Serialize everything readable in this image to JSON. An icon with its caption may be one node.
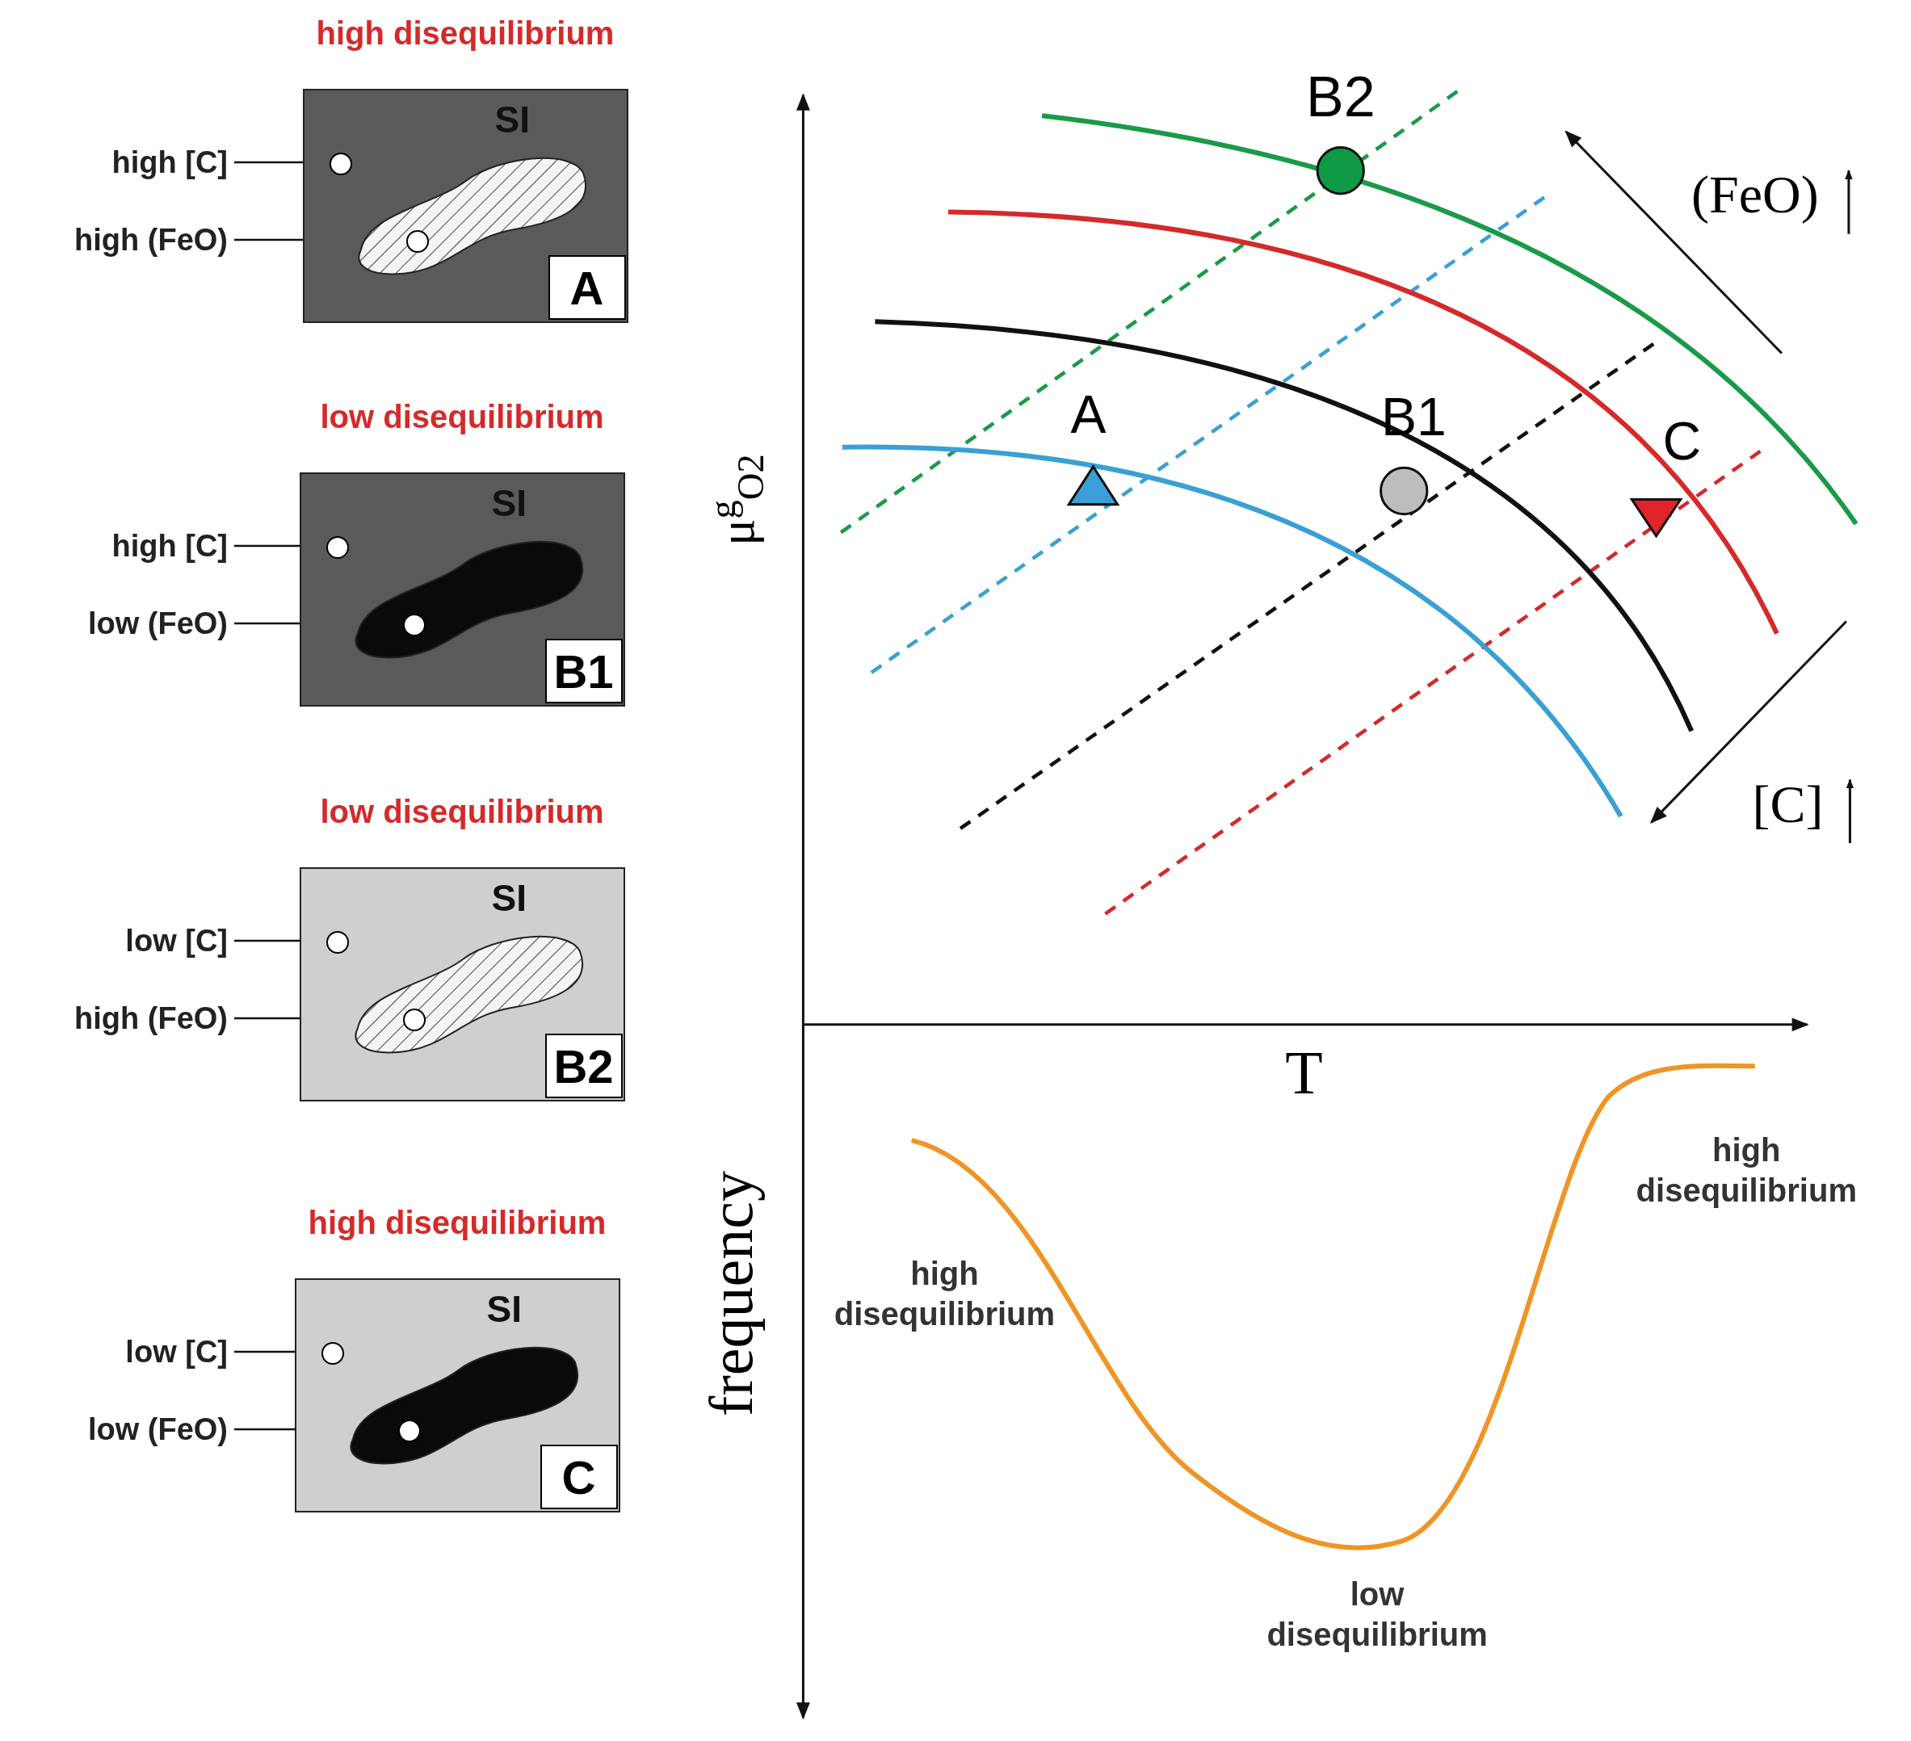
{
  "diagram": {
    "nodes": [
      {
        "text": [
          "high disequilibrium",
          "SI",
          "A"
        ]
      },
      {
        "text": [
          "high [C]"
        ]
      },
      {
        "text": [
          "high (FeO)"
        ]
      },
      {
        "text": [],
        "shape": "circle",
        "in": 0
      },
      {
        "text": [],
        "shape": "circle",
        "in": 0
      },
      {
        "text": [
          "low disequilibrium",
          "SI",
          "B1"
        ]
      },
      {
        "text": [
          "high [C]"
        ]
      },
      {
        "text": [
          "low (FeO)"
        ]
      },
      {
        "text": [],
        "shape": "circle",
        "in": 5
      },
      {
        "text": [],
        "shape": "circle",
        "in": 5
      },
      {
        "text": [
          "low disequilibrium",
          "SI",
          "B2"
        ]
      },
      {
        "text": [
          "low [C]"
        ]
      },
      {
        "text": [
          "high (FeO)"
        ]
      },
      {
        "text": [],
        "shape": "circle",
        "in": 10
      },
      {
        "text": [],
        "shape": "circle",
        "in": 10
      },
      {
        "text": [
          "high disequilibrium",
          "SI",
          "C"
        ]
      },
      {
        "text": [
          "low [C]"
        ]
      },
      {
        "text": [
          "low (FeO)"
        ]
      },
      {
        "text": [],
        "shape": "circle",
        "in": 15
      },
      {
        "text": [],
        "shape": "circle",
        "in": 15
      }
    ],
    "edges": [
      {
        "from": 1,
        "to": 3,
        "arrow": "none"
      },
      {
        "from": 2,
        "to": 4,
        "arrow": "none"
      },
      {
        "from": 6,
        "to": 8,
        "arrow": "none"
      },
      {
        "from": 7,
        "to": 9,
        "arrow": "none"
      },
      {
        "from": 11,
        "to": 13,
        "arrow": "none"
      },
      {
        "from": 12,
        "to": 14,
        "arrow": "none"
      },
      {
        "from": 16,
        "to": 18,
        "arrow": "none"
      },
      {
        "from": 17,
        "to": 19,
        "arrow": "none"
      }
    ],
    "labels": [
      "B2",
      "(FeO)",
      "A",
      "B1",
      "C",
      "μ$^{g}$$_{O2}$",
      "[C]",
      "T",
      "frequency",
      "high disequilibrium",
      "high disequilibrium",
      "low disequilibrium"
    ]
  }
}
